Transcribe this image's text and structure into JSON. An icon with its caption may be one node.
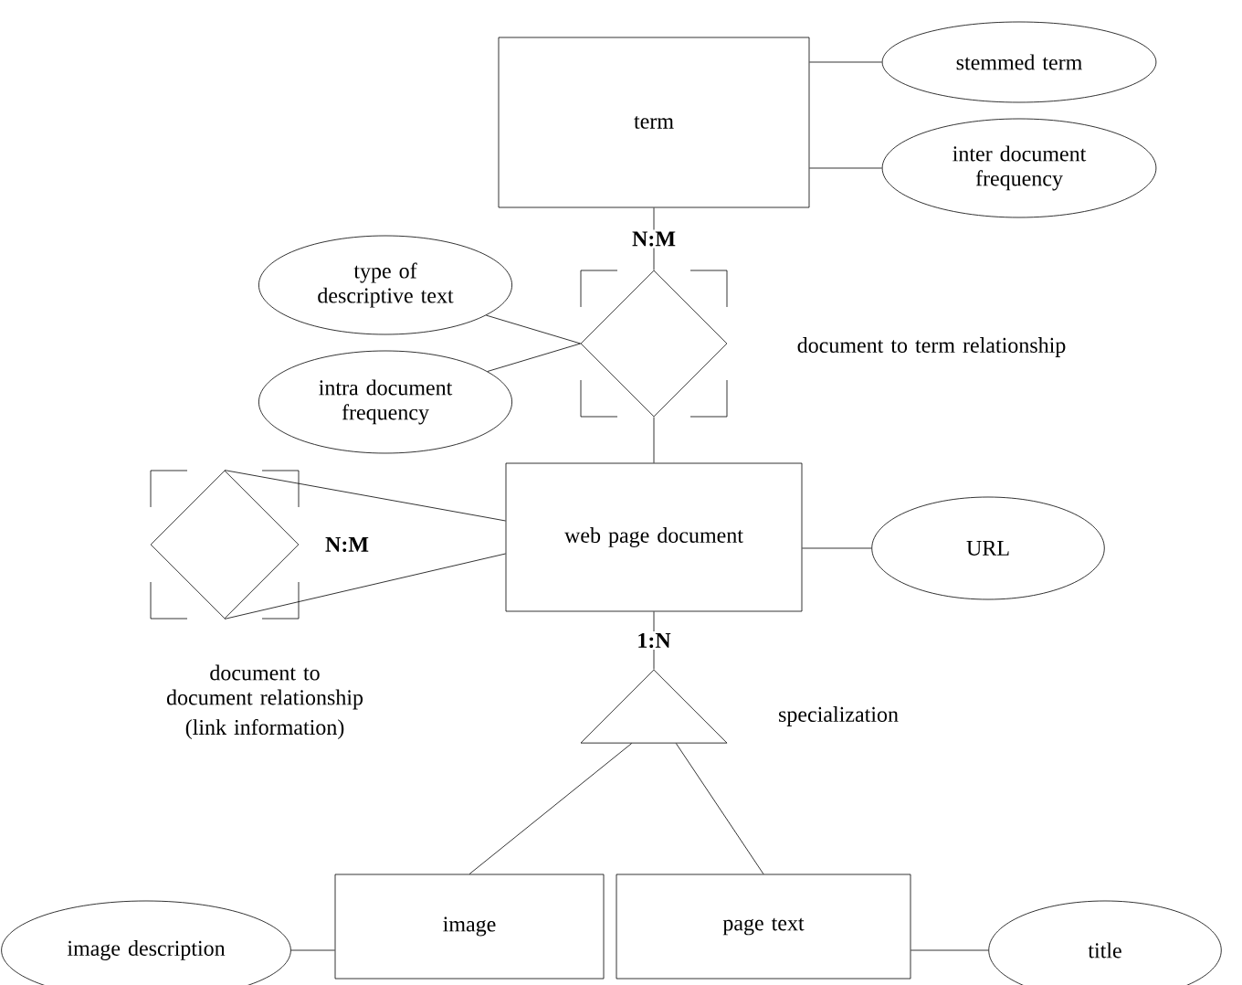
{
  "diagram": {
    "nodes": [
      {
        "text": [
          "term"
        ]
      },
      {
        "text": [
          "stemmed term"
        ]
      },
      {
        "text": [
          "inter document frequency"
        ]
      },
      {
        "text": [
          "type of descriptive text"
        ]
      },
      {
        "text": [
          "intra document frequency"
        ]
      },
      {
        "text": [],
        "shape": "diamond",
        "beside": [
          "document to term relationship"
        ]
      },
      {
        "text": [
          "web page document"
        ]
      },
      {
        "text": [
          "URL"
        ]
      },
      {
        "text": [],
        "shape": "diamond",
        "beside": [
          "document to document relationship",
          "(link information)"
        ]
      },
      {
        "text": [],
        "shape": "triangle",
        "beside": [
          "specialization"
        ]
      },
      {
        "text": [
          "image description"
        ]
      },
      {
        "text": [
          "image"
        ]
      },
      {
        "text": [
          "page text"
        ]
      },
      {
        "text": [
          "title"
        ]
      }
    ],
    "edges": [
      {
        "from": 0,
        "to": 1,
        "arrow": "none"
      },
      {
        "from": 0,
        "to": 2,
        "arrow": "none"
      },
      {
        "from": 0,
        "to": 5,
        "arrow": "none",
        "label": "N:M"
      },
      {
        "from": 5,
        "to": 3,
        "arrow": "none"
      },
      {
        "from": 5,
        "to": 4,
        "arrow": "none"
      },
      {
        "from": 5,
        "to": 6,
        "arrow": "none"
      },
      {
        "from": 6,
        "to": 7,
        "arrow": "none"
      },
      {
        "from": 8,
        "to": 6,
        "arrow": "none"
      },
      {
        "from": 8,
        "to": 6,
        "arrow": "none"
      },
      {
        "from": 6,
        "to": 9,
        "arrow": "none",
        "label": "1:N"
      },
      {
        "from": 9,
        "to": 11,
        "arrow": "none"
      },
      {
        "from": 9,
        "to": 12,
        "arrow": "none"
      },
      {
        "from": 10,
        "to": 11,
        "arrow": "none"
      },
      {
        "from": 12,
        "to": 13,
        "arrow": "none"
      }
    ],
    "labels": [
      "N:M"
    ]
  }
}
